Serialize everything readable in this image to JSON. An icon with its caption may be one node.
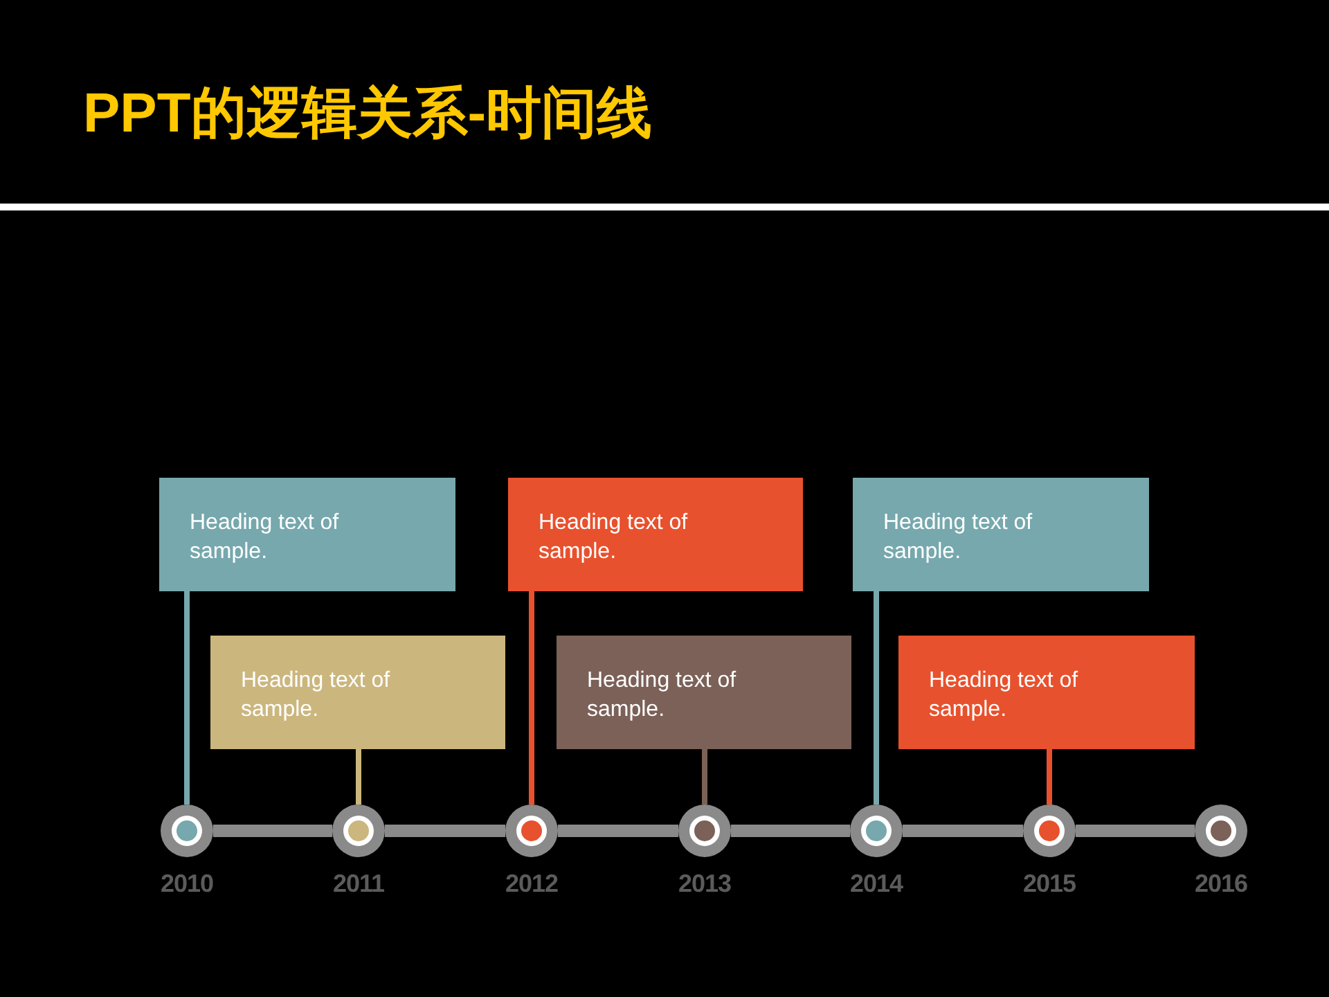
{
  "diagram": {
    "title": "PPT的逻辑关系-时间线",
    "nodes": [
      {
        "text": [
          "Heading text of sample."
        ]
      },
      {
        "text": [
          "Heading text of sample."
        ]
      },
      {
        "text": [
          "Heading text of sample."
        ]
      },
      {
        "text": [
          "Heading text of sample."
        ]
      },
      {
        "text": [
          "Heading text of sample."
        ]
      },
      {
        "text": [
          "Heading text of sample."
        ]
      },
      {
        "text": [],
        "shape": "circle",
        "beside": [
          "2010"
        ]
      },
      {
        "text": [],
        "shape": "circle",
        "beside": [
          "2011"
        ]
      },
      {
        "text": [],
        "shape": "circle",
        "beside": [
          "2012"
        ]
      },
      {
        "text": [],
        "shape": "circle",
        "beside": [
          "2013"
        ]
      },
      {
        "text": [],
        "shape": "circle",
        "beside": [
          "2014"
        ]
      },
      {
        "text": [],
        "shape": "circle",
        "beside": [
          "2015"
        ]
      },
      {
        "text": [],
        "shape": "circle",
        "beside": [
          "2016"
        ]
      }
    ],
    "edges": [
      {
        "from": 0,
        "to": 6,
        "arrow": "none",
        "color": "#76a8ad"
      },
      {
        "from": 1,
        "to": 7,
        "arrow": "none",
        "color": "#cbb67e"
      },
      {
        "from": 2,
        "to": 8,
        "arrow": "none",
        "color": "#e8512d"
      },
      {
        "from": 3,
        "to": 9,
        "arrow": "none",
        "color": "#7b6158"
      },
      {
        "from": 4,
        "to": 10,
        "arrow": "none",
        "color": "#76a8ad"
      },
      {
        "from": 5,
        "to": 11,
        "arrow": "none",
        "color": "#e8512d"
      },
      {
        "from": 6,
        "to": 7,
        "arrow": "none",
        "style": "thick",
        "color": "#8a8a8a"
      },
      {
        "from": 7,
        "to": 8,
        "arrow": "none",
        "style": "thick",
        "color": "#8a8a8a"
      },
      {
        "from": 8,
        "to": 9,
        "arrow": "none",
        "style": "thick",
        "color": "#8a8a8a"
      },
      {
        "from": 9,
        "to": 10,
        "arrow": "none",
        "style": "thick",
        "color": "#8a8a8a"
      },
      {
        "from": 10,
        "to": 11,
        "arrow": "none",
        "style": "thick",
        "color": "#8a8a8a"
      },
      {
        "from": 11,
        "to": 12,
        "arrow": "none",
        "style": "thick",
        "color": "#8a8a8a"
      }
    ]
  }
}
